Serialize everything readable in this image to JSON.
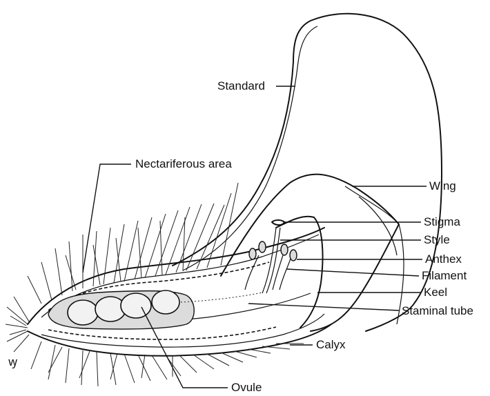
{
  "diagram": {
    "labels": {
      "standard": "Standard",
      "nectariferous_area": "Nectariferous area",
      "wing": "Wing",
      "stigma": "Stigma",
      "style": "Style",
      "anthex": "Anthex",
      "filament": "Filament",
      "keel": "Keel",
      "staminal_tube": "Staminal tube",
      "calyx": "Calyx",
      "ovule": "Ovule"
    }
  }
}
